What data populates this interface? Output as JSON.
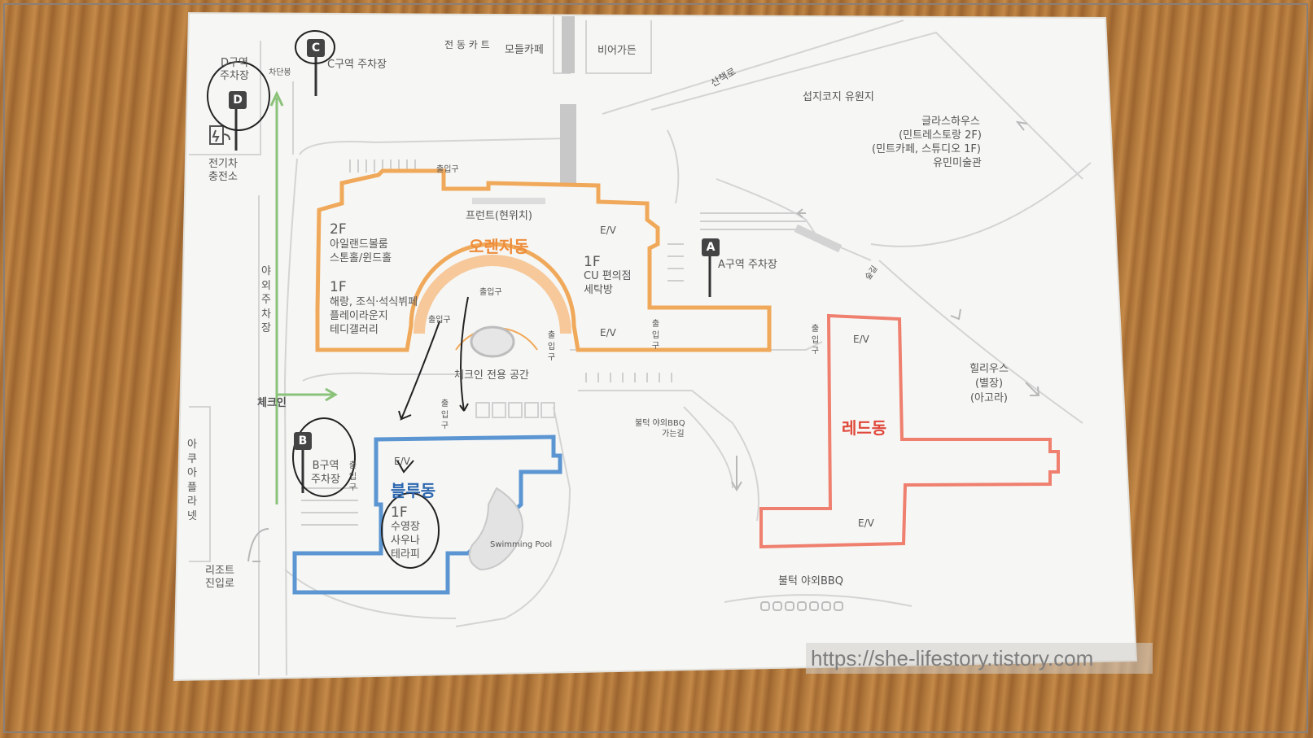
{
  "colors": {
    "orange": "#f0a95a",
    "blue": "#5b95d2",
    "red": "#ef7f6e",
    "green": "#8bc27a",
    "road": "#d7d7d7",
    "paper": "#f6f6f4"
  },
  "buildings": {
    "orange": {
      "name": "오렌지동",
      "f2": "2F",
      "f2_rooms": [
        "아일랜드볼룸",
        "스톤홀/윈드홀"
      ],
      "f1": "1F",
      "f1_rooms": [
        "해랑, 조식·석식뷔페",
        "플레이라운지",
        "테디갤러리"
      ],
      "f1_right": "1F",
      "f1_right_rooms": [
        "CU 편의점",
        "세탁방"
      ],
      "front": "프런트(현위치)",
      "ev1": "E/V",
      "ev2": "E/V"
    },
    "blue": {
      "name": "블루동",
      "ev": "E/V",
      "f1": "1F",
      "f1_rooms": [
        "수영장",
        "사우나",
        "테라피"
      ],
      "pool": "Swimming Pool"
    },
    "red": {
      "name": "레드동",
      "ev_top": "E/V",
      "ev_bottom": "E/V"
    }
  },
  "labels": {
    "d_parking": [
      "D구역",
      "주차장"
    ],
    "c_parking": "C구역 주차장",
    "barrier": "차단봉",
    "cart": "전 동 카 트",
    "modeul_cafe": "모들카페",
    "beer_garden": "비어가든",
    "sanchaekro": "산책로",
    "seopjikoji": "섭지코지 유원지",
    "glasshouse": [
      "글라스하우스",
      "(민트레스토랑 2F)",
      "(민트카페, 스튜디오 1F)",
      "유민미술관"
    ],
    "ev_charger": [
      "전기차",
      "충전소"
    ],
    "outdoor_parking": "야외주차장",
    "checkin": "체크인",
    "checkin_space": "체크인 전용 공간",
    "a_parking": "A구역 주차장",
    "b_parking": [
      "B구역",
      "주차장"
    ],
    "aqua_planet": "아쿠아플라넷",
    "resort_entry": [
      "리조트",
      "진입로"
    ],
    "hillhouse": [
      "힐리우스",
      "(별장)",
      "(아고라)"
    ],
    "bbq_path": [
      "불턱 야외BBQ",
      "가는길"
    ],
    "bbq": "불턱 야외BBQ",
    "mini_road": "숲길",
    "entrances": {
      "e1": "출입구",
      "e2": "출입구",
      "e3": "출입구",
      "e4": "출입구",
      "e5": "출입구",
      "e6": "출입구",
      "e7": "출입구",
      "e8": "출입구"
    },
    "signs": {
      "a": "A",
      "b": "B",
      "c": "C",
      "d": "D"
    }
  },
  "watermark": "https://she-lifestory.tistory.com"
}
